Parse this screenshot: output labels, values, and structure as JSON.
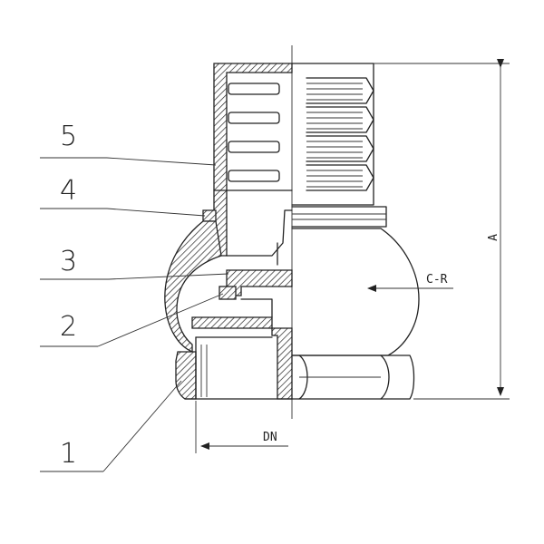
{
  "labels": {
    "part1": "1",
    "part2": "2",
    "part3": "3",
    "part4": "4",
    "part5": "5"
  },
  "dimensions": {
    "height": "A",
    "radius": "C-R",
    "nominal": "DN"
  },
  "colors": {
    "line": "#222222",
    "background": "#ffffff"
  }
}
